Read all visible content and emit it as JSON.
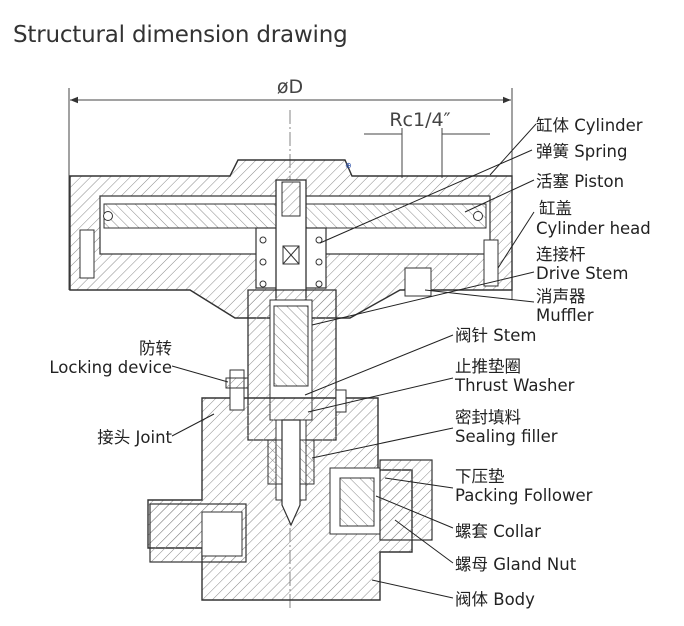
{
  "title": "Structural dimension drawing",
  "dimensions": {
    "diameter": "øD",
    "port": "Rc1/4″"
  },
  "labels": {
    "cylinder": "缸体 Cylinder",
    "spring": "弹簧 Spring",
    "piston": "活塞 Piston",
    "cylinder_head_cn": "缸盖",
    "cylinder_head_en": "Cylinder head",
    "drive_stem_cn": "连接杆",
    "drive_stem_en": "Drive Stem",
    "muffler_cn": "消声器",
    "muffler_en": "Muffler",
    "stem": "阀针 Stem",
    "locking_cn": "防转",
    "locking_en": "Locking device",
    "thrust_cn": "止推垫圈",
    "thrust_en": "Thrust Washer",
    "sealing_cn": "密封填料",
    "sealing_en": "Sealing filler",
    "joint": "接头 Joint",
    "packing_cn": "下压垫",
    "packing_en": "Packing Follower",
    "collar": "螺套 Collar",
    "gland_nut": "螺母 Gland Nut",
    "body": "阀体 Body"
  },
  "colors": {
    "line": "#333333",
    "hatch": "#888888",
    "leader": "#222222"
  }
}
